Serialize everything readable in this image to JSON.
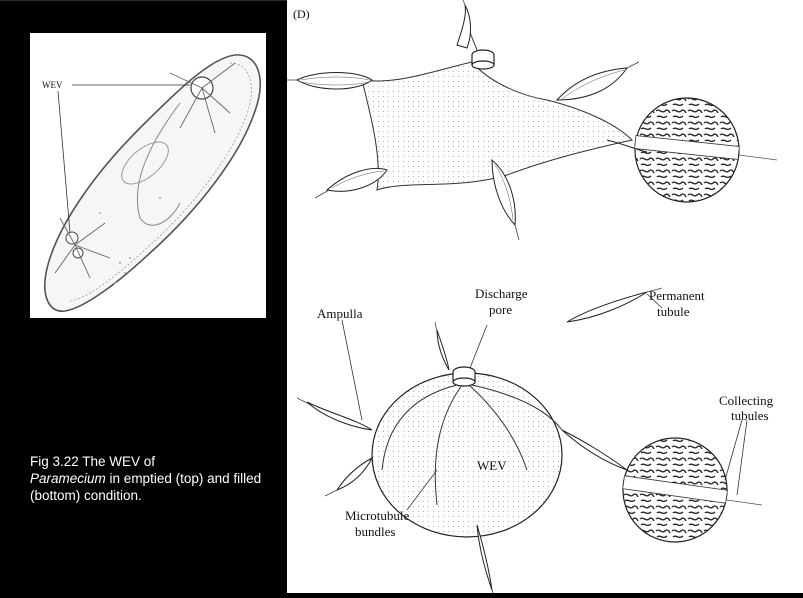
{
  "figure": {
    "panel_letter": "(D)",
    "caption": {
      "prefix": "Fig 3.22 The WEV of",
      "italic": "Paramecium",
      "suffix": "in emptied (top) and filled (bottom) condition."
    },
    "inset_label": "WEV",
    "labels": {
      "ampulla": "Ampulla",
      "discharge_1": "Discharge",
      "discharge_2": "pore",
      "permanent_1": "Permanent",
      "permanent_2": "tubule",
      "collecting_1": "Collecting",
      "collecting_2": "tubules",
      "wev": "WEV",
      "microtubule_1": "Microtubule",
      "microtubule_2": "bundles"
    }
  }
}
